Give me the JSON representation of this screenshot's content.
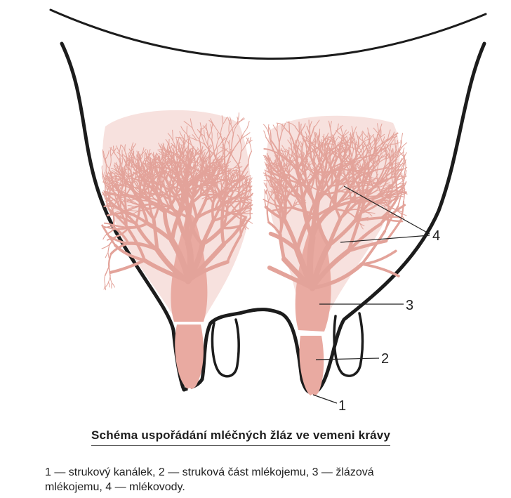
{
  "figure": {
    "gland_color": "#e9aaa1",
    "outline_color": "#1c1c1c",
    "callouts": [
      {
        "id": "1",
        "text": "1"
      },
      {
        "id": "2",
        "text": "2"
      },
      {
        "id": "3",
        "text": "3"
      },
      {
        "id": "4",
        "text": "4"
      }
    ]
  },
  "caption": {
    "title": "Schéma uspořádání mléčných žláz ve vemeni krávy",
    "legend_line1": "1 — strukový kanálek, 2 — struková část mlékojemu, 3 — žlázová",
    "legend_line2": "mlékojemu, 4 — mlékovody."
  }
}
